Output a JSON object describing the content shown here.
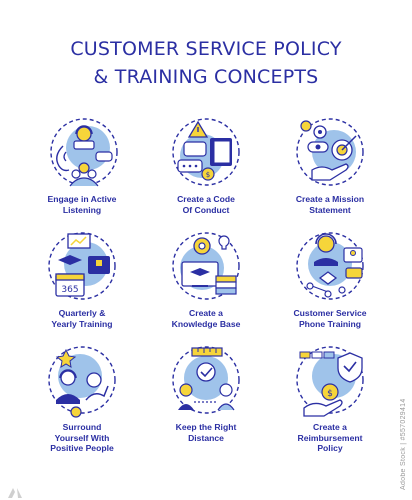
{
  "title": {
    "line1": "CUSTOMER SERVICE POLICY",
    "line2": "& TRAINING CONCEPTS"
  },
  "colors": {
    "navy": "#2b2fa3",
    "blue": "#9fc3ea",
    "yellow": "#f6d53a",
    "white": "#ffffff"
  },
  "tiles": [
    {
      "icon": "active-listening-icon",
      "caption": "Engage in Active\nListening"
    },
    {
      "icon": "code-of-conduct-icon",
      "caption": "Create a Code\nOf Conduct"
    },
    {
      "icon": "mission-statement-icon",
      "caption": "Create a Mission\nStatement"
    },
    {
      "icon": "quarterly-training-icon",
      "caption": "Quarterly &\nYearly Training"
    },
    {
      "icon": "knowledge-base-icon",
      "caption": "Create a\nKnowledge Base"
    },
    {
      "icon": "phone-training-icon",
      "caption": "Customer Service\nPhone Training"
    },
    {
      "icon": "positive-people-icon",
      "caption": "Surround\nYourself With\nPositive People"
    },
    {
      "icon": "right-distance-icon",
      "caption": "Keep the Right\nDistance"
    },
    {
      "icon": "reimbursement-policy-icon",
      "caption": "Create a\nReimbursement\nPolicy"
    }
  ],
  "calendar_number": "365",
  "watermark": "Adobe Stock | #557029414"
}
